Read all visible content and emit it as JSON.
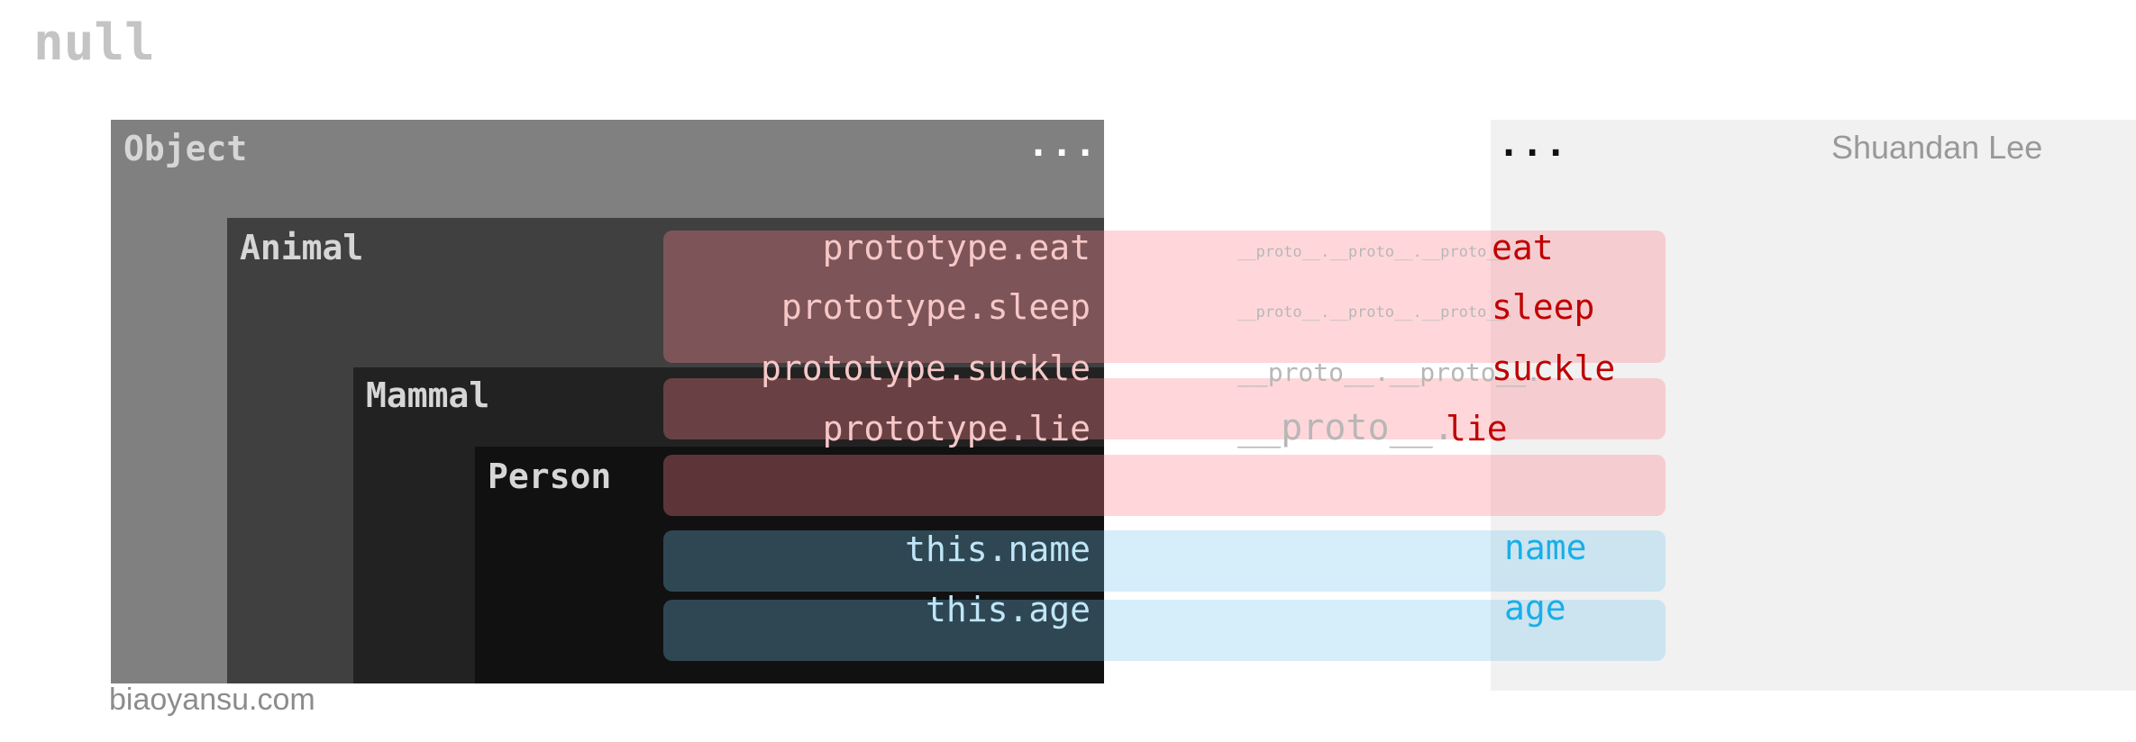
{
  "null_label": "null",
  "boxes": {
    "object": {
      "title": "Object",
      "dots": "..."
    },
    "animal": {
      "title": "Animal"
    },
    "mammal": {
      "title": "Mammal"
    },
    "person": {
      "title": "Person"
    }
  },
  "instance_panel": {
    "dots": "...",
    "author": "Shuandan Lee"
  },
  "rows": [
    {
      "left": "prototype.eat",
      "chain": "__proto__.__proto__.__proto__.",
      "prop": "eat"
    },
    {
      "left": "prototype.sleep",
      "chain": "__proto__.__proto__.__proto__.",
      "prop": "sleep"
    },
    {
      "left": "prototype.suckle",
      "chain": "__proto__.__proto__.",
      "prop": "suckle"
    },
    {
      "left": "prototype.lie",
      "chain": "__proto__.",
      "prop": "lie"
    },
    {
      "left": "this.name",
      "prop": "name"
    },
    {
      "left": "this.age",
      "prop": "age"
    }
  ],
  "footer": "biaoyansu.com",
  "colors": {
    "object": "#808080",
    "animal": "#404040",
    "mammal": "#222222",
    "person": "#111111",
    "prototype_prop": "#c00000",
    "own_prop": "#19aee8"
  }
}
